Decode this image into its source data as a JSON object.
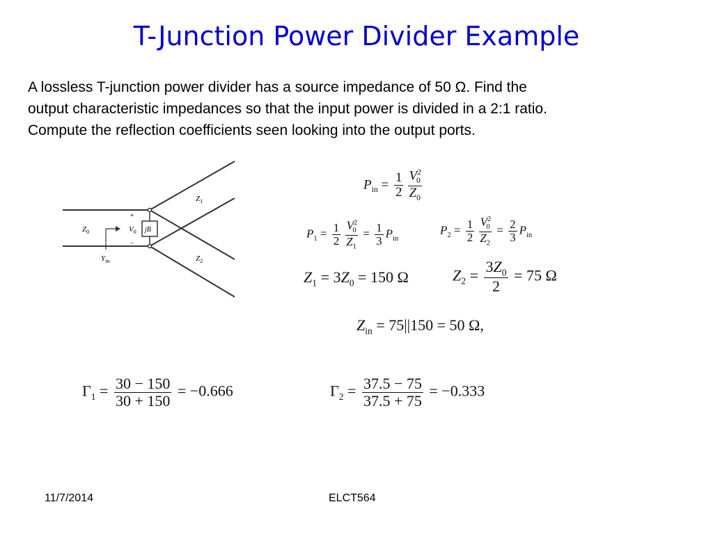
{
  "slide": {
    "title": "T-Junction Power Divider Example",
    "paragraph_lines": [
      "A lossless T-junction power divider has a source impedance of 50 Ω. Find the",
      "output characteristic impedances so that the input power is divided in a 2:1 ratio.",
      "Compute the reflection coefficients seen looking into the output ports."
    ],
    "footer_date": "11/7/2014",
    "footer_course": "ELCT564"
  },
  "diagram": {
    "z0": "Z",
    "z0_sub": "0",
    "z1": "Z",
    "z1_sub": "1",
    "z2": "Z",
    "z2_sub": "2",
    "v0": "V",
    "v0_sub": "0",
    "jb": "jB",
    "yin": "Y",
    "yin_sub": "in",
    "plus": "+",
    "minus": "−"
  },
  "equations": {
    "pin": {
      "lhs": "P",
      "lhs_sub": "in",
      "frac1_n": "1",
      "frac1_d": "2",
      "frac2_n_v": "V",
      "frac2_n_sub": "0",
      "frac2_n_sup": "2",
      "frac2_d_z": "Z",
      "frac2_d_sub": "0"
    },
    "p1": {
      "lhs": "P",
      "lhs_sub": "1",
      "frac1_n": "1",
      "frac1_d": "2",
      "v": "V",
      "v_sub": "0",
      "v_sup": "2",
      "z": "Z",
      "z_sub": "1",
      "ratio_n": "1",
      "ratio_d": "3",
      "rhs": "P",
      "rhs_sub": "in"
    },
    "p2": {
      "lhs": "P",
      "lhs_sub": "2",
      "frac1_n": "1",
      "frac1_d": "2",
      "v": "V",
      "v_sub": "0",
      "v_sup": "2",
      "z": "Z",
      "z_sub": "2",
      "ratio_n": "2",
      "ratio_d": "3",
      "rhs": "P",
      "rhs_sub": "in"
    },
    "z1": {
      "lhs": "Z",
      "lhs_sub": "1",
      "mid": "= 3",
      "z": "Z",
      "z_sub": "0",
      "rhs": "= 150 Ω"
    },
    "z2": {
      "lhs": "Z",
      "lhs_sub": "2",
      "num": "3",
      "num_z": "Z",
      "num_sub": "0",
      "den": "2",
      "rhs": "= 75 Ω"
    },
    "zin": {
      "lhs": "Z",
      "lhs_sub": "in",
      "rhs": "= 75||150 = 50 Ω,"
    },
    "g1": {
      "lhs": "Γ",
      "lhs_sub": "1",
      "num": "30 − 150",
      "den": "30 + 150",
      "rhs": "= −0.666"
    },
    "g2": {
      "lhs": "Γ",
      "lhs_sub": "2",
      "num": "37.5 − 75",
      "den": "37.5 + 75",
      "rhs": "= −0.333"
    }
  }
}
